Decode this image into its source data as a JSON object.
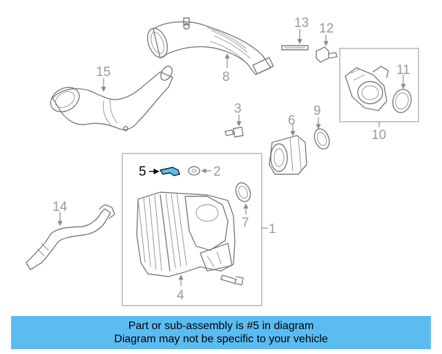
{
  "callouts": {
    "c1": "1",
    "c2": "2",
    "c3": "3",
    "c4": "4",
    "c5": "5",
    "c6": "6",
    "c7": "7",
    "c8": "8",
    "c9": "9",
    "c10": "10",
    "c11": "11",
    "c12": "12",
    "c13": "13",
    "c14": "14",
    "c15": "15"
  },
  "highlight": {
    "part": "5",
    "color": "#5bbcf2"
  },
  "banner": {
    "line1": "Part or sub-assembly is #5 in diagram",
    "line2": "Diagram may not be specific to your vehicle",
    "color": "#5bbcf2"
  }
}
